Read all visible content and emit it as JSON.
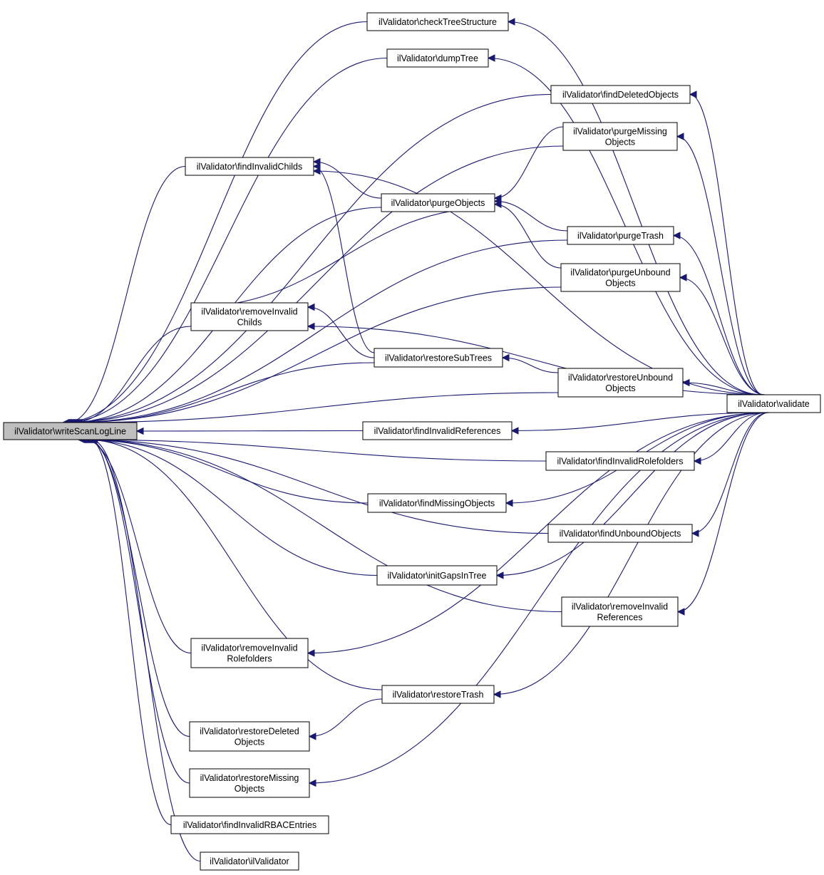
{
  "colors": {
    "edge": "#191970",
    "root_fill": "#bfbfbf",
    "node_fill": "#ffffff"
  },
  "nodes": {
    "root": [
      "ilValidator\\writeScanLogLine"
    ],
    "checkTreeStructure": [
      "ilValidator\\checkTreeStructure"
    ],
    "dumpTree": [
      "ilValidator\\dumpTree"
    ],
    "findDeletedObjects": [
      "ilValidator\\findDeletedObjects"
    ],
    "purgeMissingObjects": [
      "ilValidator\\purgeMissing",
      "Objects"
    ],
    "findInvalidChilds": [
      "ilValidator\\findInvalidChilds"
    ],
    "purgeObjects": [
      "ilValidator\\purgeObjects"
    ],
    "purgeTrash": [
      "ilValidator\\purgeTrash"
    ],
    "purgeUnboundObjects": [
      "ilValidator\\purgeUnbound",
      "Objects"
    ],
    "removeInvalidChilds": [
      "ilValidator\\removeInvalid",
      "Childs"
    ],
    "restoreSubTrees": [
      "ilValidator\\restoreSubTrees"
    ],
    "restoreUnboundObjects": [
      "ilValidator\\restoreUnbound",
      "Objects"
    ],
    "validate": [
      "ilValidator\\validate"
    ],
    "findInvalidReferences": [
      "ilValidator\\findInvalidReferences"
    ],
    "findInvalidRolefolders": [
      "ilValidator\\findInvalidRolefolders"
    ],
    "findMissingObjects": [
      "ilValidator\\findMissingObjects"
    ],
    "findUnboundObjects": [
      "ilValidator\\findUnboundObjects"
    ],
    "initGapsInTree": [
      "ilValidator\\initGapsInTree"
    ],
    "removeInvalidReferences": [
      "ilValidator\\removeInvalid",
      "References"
    ],
    "removeInvalidRolefolders": [
      "ilValidator\\removeInvalid",
      "Rolefolders"
    ],
    "restoreTrash": [
      "ilValidator\\restoreTrash"
    ],
    "restoreDeletedObjects": [
      "ilValidator\\restoreDeleted",
      "Objects"
    ],
    "restoreMissingObjects": [
      "ilValidator\\restoreMissing",
      "Objects"
    ],
    "findInvalidRBACEntries": [
      "ilValidator\\findInvalidRBACEntries"
    ],
    "ilValidator": [
      "ilValidator\\ilValidator"
    ]
  },
  "edges": [
    [
      "checkTreeStructure",
      "root"
    ],
    [
      "dumpTree",
      "root"
    ],
    [
      "findDeletedObjects",
      "root"
    ],
    [
      "purgeMissingObjects",
      "root"
    ],
    [
      "findInvalidChilds",
      "root"
    ],
    [
      "purgeObjects",
      "root"
    ],
    [
      "purgeTrash",
      "root"
    ],
    [
      "purgeUnboundObjects",
      "root"
    ],
    [
      "removeInvalidChilds",
      "root"
    ],
    [
      "restoreSubTrees",
      "root"
    ],
    [
      "restoreUnboundObjects",
      "root"
    ],
    [
      "findInvalidReferences",
      "root"
    ],
    [
      "findInvalidRolefolders",
      "root"
    ],
    [
      "findMissingObjects",
      "root"
    ],
    [
      "findUnboundObjects",
      "root"
    ],
    [
      "initGapsInTree",
      "root"
    ],
    [
      "removeInvalidReferences",
      "root"
    ],
    [
      "removeInvalidRolefolders",
      "root"
    ],
    [
      "restoreTrash",
      "root"
    ],
    [
      "restoreDeletedObjects",
      "root"
    ],
    [
      "restoreMissingObjects",
      "root"
    ],
    [
      "findInvalidRBACEntries",
      "root"
    ],
    [
      "ilValidator",
      "root"
    ],
    [
      "validate",
      "checkTreeStructure"
    ],
    [
      "validate",
      "dumpTree"
    ],
    [
      "validate",
      "findDeletedObjects"
    ],
    [
      "validate",
      "purgeMissingObjects"
    ],
    [
      "validate",
      "findInvalidChilds"
    ],
    [
      "validate",
      "purgeTrash"
    ],
    [
      "validate",
      "purgeUnboundObjects"
    ],
    [
      "validate",
      "removeInvalidChilds"
    ],
    [
      "validate",
      "restoreUnboundObjects"
    ],
    [
      "validate",
      "findInvalidReferences"
    ],
    [
      "validate",
      "findInvalidRolefolders"
    ],
    [
      "validate",
      "findMissingObjects"
    ],
    [
      "validate",
      "findUnboundObjects"
    ],
    [
      "validate",
      "initGapsInTree"
    ],
    [
      "validate",
      "removeInvalidReferences"
    ],
    [
      "validate",
      "removeInvalidRolefolders"
    ],
    [
      "validate",
      "restoreTrash"
    ],
    [
      "validate",
      "restoreMissingObjects"
    ],
    [
      "purgeObjects",
      "findInvalidChilds"
    ],
    [
      "restoreSubTrees",
      "findInvalidChilds"
    ],
    [
      "purgeMissingObjects",
      "purgeObjects"
    ],
    [
      "purgeTrash",
      "purgeObjects"
    ],
    [
      "purgeUnboundObjects",
      "purgeObjects"
    ],
    [
      "removeInvalidChilds",
      "purgeObjects"
    ],
    [
      "restoreSubTrees",
      "removeInvalidChilds"
    ],
    [
      "restoreUnboundObjects",
      "restoreSubTrees"
    ],
    [
      "restoreTrash",
      "restoreDeletedObjects"
    ]
  ]
}
